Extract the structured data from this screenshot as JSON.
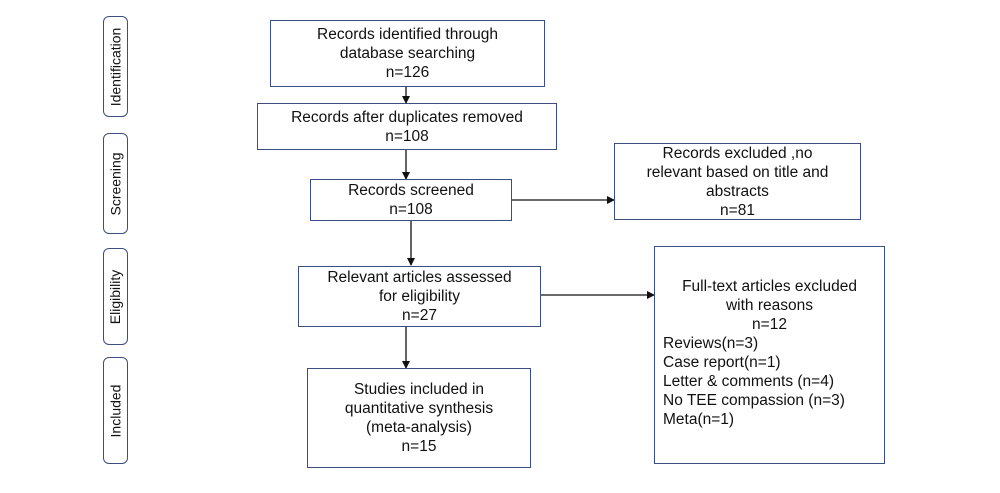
{
  "phases": {
    "identification": "Identification",
    "screening": "Screening",
    "eligibility": "Eligibility",
    "included": "Included"
  },
  "boxes": {
    "identified": {
      "line1": "Records identified through",
      "line2": "database searching",
      "count": "n=126"
    },
    "duplicates": {
      "line1": "Records after duplicates removed",
      "count": "n=108"
    },
    "screened": {
      "line1": "Records  screened",
      "count": "n=108"
    },
    "excluded": {
      "line1": "Records excluded ,no",
      "line2": "relevant  based on title and",
      "line3": "abstracts",
      "count": "n=81"
    },
    "eligibility": {
      "line1": "Relevant  articles assessed",
      "line2": "for eligibility",
      "count": "n=27"
    },
    "fulltext_excluded": {
      "line1": "Full-text articles excluded",
      "line2": "with reasons",
      "count": "n=12",
      "reasons": [
        "Reviews(n=3)",
        "Case report(n=1)",
        "Letter & comments (n=4)",
        "No TEE compassion (n=3)",
        "Meta(n=1)"
      ]
    },
    "included": {
      "line1": "Studies included in",
      "line2": "quantitative synthesis",
      "line3": "(meta-analysis)",
      "count": "n=15"
    }
  },
  "colors": {
    "border": "#3a4e80",
    "arrow": "#111111"
  }
}
